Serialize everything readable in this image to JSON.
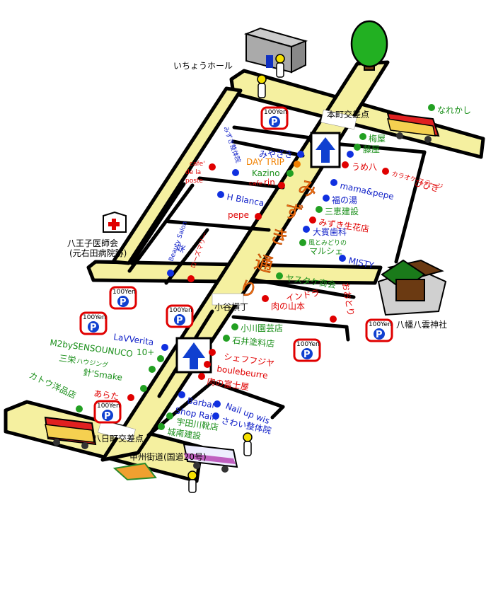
{
  "map": {
    "street_name": [
      "み",
      "ず",
      "き",
      "通",
      "り"
    ],
    "landmarks": {
      "hall": "いちょうホール",
      "hospital": [
        "八王子医師会",
        "(元右田病院跡)"
      ],
      "shrine": "八幡八雲神社",
      "hachimachi_crossing": "八日町交差点",
      "koshu_kaido": "甲州街道(国道20号)"
    },
    "intersections": {
      "honcho": "本町交差点",
      "koyayokocho": "小谷横丁"
    },
    "parking_label": "P",
    "parking_price": "100Yen",
    "shops": {
      "narekashi": "なれかし",
      "umeya": "梅屋",
      "fujiya": "藤屋",
      "umehachi": "うめ八",
      "karaoke_small": "カラオケ\nステージ",
      "hibiki": "ひびき",
      "mama_pepe": "mama&pepe",
      "fukunoyu": "福の湯",
      "sankei": "三恵建設",
      "mizuki_seika": "みずき生花店",
      "daihin": "大賓歯科",
      "hana_small": "風とみどりの",
      "marche": "マルシェ",
      "misty": "MISTY",
      "miyazaki": "みやざき",
      "day_trip": "DAY TRIP",
      "kazino": "Kazino",
      "cafe_small": "cafe",
      "rin": "rin",
      "cafe_de_la_poste_1": "cafe'",
      "cafe_de_la_poste_2": "de la",
      "cafe_de_la_poste_3": "poste",
      "mizuki_seitai": "みずき整体院",
      "h_blanca": "H Blanca",
      "pepe": "pepe",
      "beauty_small": "Beauty Salon",
      "beauty_cn": "栞",
      "rosemary": "ローズマリー",
      "yasutake": "ヤスタケ商会",
      "indora": "インドラ",
      "niku_yamamoto": "肉の山本",
      "ototo": "おおとり",
      "kogawa": "小川園芸店",
      "ishii": "石井塗料店",
      "chef_fujiya": "シェフフジヤ",
      "boulebeurre": "boulebeurre",
      "niku_fujiya": "肉の富士屋",
      "lavverita": "LaVVerita",
      "ten_plus": "10+",
      "m2by": "M2bySENSOUNUCO",
      "sanei": "三栄",
      "sanei_small": "ハウジング",
      "hari_smake": "針'Smake",
      "arata": "あらた",
      "katou": "カトウ洋品店",
      "barbar": "Barbar",
      "shop_rain": "Shop Rain",
      "nailup": "Nail up wis",
      "sawai": "さわい整体院",
      "udagawa": "宇田川靴店",
      "jonan": "城南建設"
    }
  },
  "colors": {
    "road": "#f5f0a0",
    "main_street_text": "#f07010",
    "green": "#1a8f1a",
    "red": "#e00000",
    "blue": "#1020c8",
    "orange": "#f08000",
    "parking_border": "#e00000"
  },
  "icons": [
    "tree-icon",
    "building-icon",
    "shrine-icon",
    "hospital-icon",
    "bus-icon",
    "parking-icon",
    "person-icon",
    "arrow-up-icon"
  ]
}
